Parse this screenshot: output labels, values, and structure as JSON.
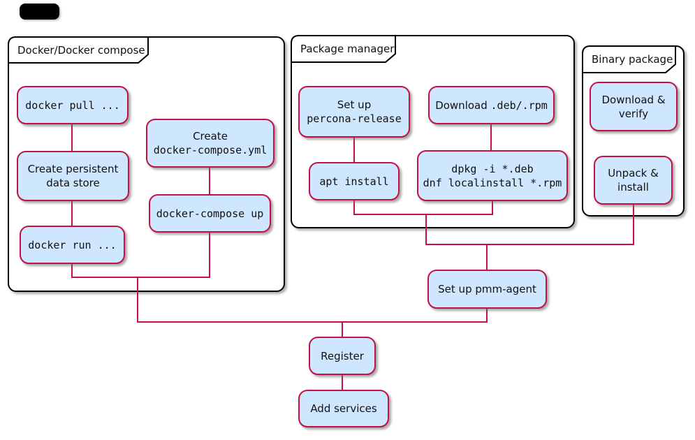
{
  "colors": {
    "bg": "#ffffff",
    "line_color": "#c11243",
    "node_fill": "#cee7ff",
    "node_border": "#c11243",
    "group_border": "#000000",
    "start_bar": "#000000"
  },
  "groups": {
    "docker": {
      "title": "Docker/Docker compose"
    },
    "package": {
      "title": "Package manager"
    },
    "binary": {
      "title": "Binary package"
    }
  },
  "nodes": {
    "docker_pull": {
      "text": "docker pull ..."
    },
    "create_persistent": {
      "line1": "Create persistent",
      "line2": "data store"
    },
    "docker_run": {
      "text": "docker run ..."
    },
    "create_compose": {
      "line1": "Create",
      "line2": "docker-compose.yml"
    },
    "compose_up": {
      "text": "docker-compose up"
    },
    "percona_release": {
      "line1": "Set up",
      "line2": "percona-release"
    },
    "download_deb": {
      "prefix": "Download",
      "code": ".deb/.rpm"
    },
    "apt_install": {
      "text": "apt install"
    },
    "dpkg_dnf": {
      "line1": "dpkg -i *.deb",
      "line2": "dnf localinstall *.rpm"
    },
    "download_verify": {
      "line1": "Download &",
      "line2": "verify"
    },
    "unpack_install": {
      "line1": "Unpack &",
      "line2": "install"
    },
    "pmm_agent": {
      "text": "Set up pmm-agent"
    },
    "register": {
      "text": "Register"
    },
    "add_services": {
      "text": "Add services"
    }
  }
}
